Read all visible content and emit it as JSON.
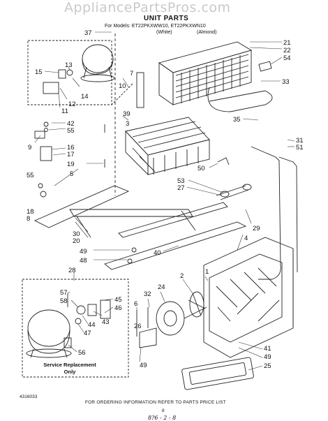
{
  "watermark": "AppliancePartsPros.com",
  "title": "UNIT PARTS",
  "models_line": "For Models: ET22PKXWW10, ET22PKXWN10",
  "variant_white": "(White)",
  "variant_almond": "(Almond)",
  "service_note_line1": "Service Replacement",
  "service_note_line2": "Only",
  "part_number": "4316033",
  "page_number": "8",
  "footer_note": "FOR ORDERING INFORMATION REFER TO PARTS PRICE LIST",
  "handwritten_note": "8?6 - 2 - 8",
  "callouts": {
    "c37": "37",
    "c21": "21",
    "c22": "22",
    "c54": "54",
    "c15": "15",
    "c13": "13",
    "c14": "14",
    "c12": "12",
    "c11": "11",
    "c7": "7",
    "c33": "33",
    "c10": "10",
    "c39": "39",
    "c3": "3",
    "c35": "35",
    "c42": "42",
    "c55a": "55",
    "c9": "9",
    "c16": "16",
    "c17": "17",
    "c19": "19",
    "c5": "5",
    "c31": "31",
    "c51": "51",
    "c50": "50",
    "c53": "53",
    "c27": "27",
    "c55b": "55",
    "c18": "18",
    "c8": "8",
    "c29": "29",
    "c4": "4",
    "c30": "30",
    "c20": "20",
    "c49a": "49",
    "c40": "40",
    "c48": "48",
    "c28": "28",
    "c1": "1",
    "c57": "57",
    "c58": "58",
    "c32": "32",
    "c24": "24",
    "c2": "2",
    "c45": "45",
    "c46": "46",
    "c43": "43",
    "c44": "44",
    "c47": "47",
    "c56": "56",
    "c6": "6",
    "c26": "26",
    "c49b": "49",
    "c41": "41",
    "c49c": "49",
    "c25": "25"
  }
}
